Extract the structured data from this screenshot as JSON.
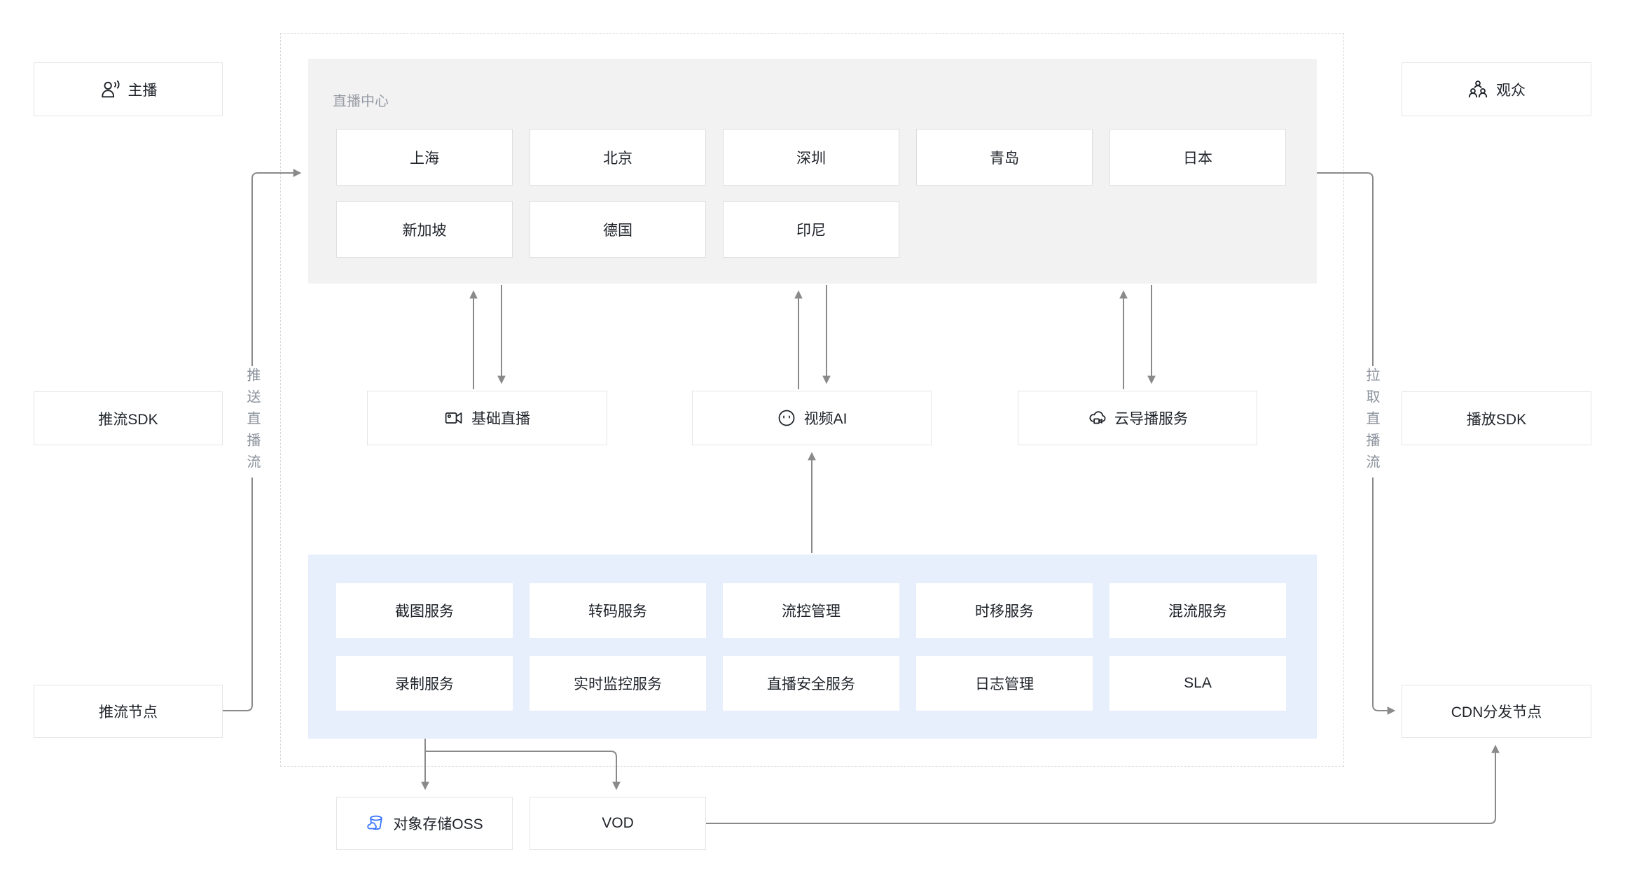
{
  "actors": {
    "anchor": "主播",
    "audience": "观众"
  },
  "left_column": {
    "push_sdk": "推流SDK",
    "push_node": "推流节点",
    "push_flow": "推送直播流"
  },
  "right_column": {
    "play_sdk": "播放SDK",
    "cdn_node": "CDN分发节点",
    "pull_flow": "拉取直播流"
  },
  "live_center": {
    "title": "直播中心",
    "regions": [
      "上海",
      "北京",
      "深圳",
      "青岛",
      "日本",
      "新加坡",
      "德国",
      "印尼"
    ]
  },
  "core_services": [
    {
      "label": "基础直播",
      "icon": "video-camera-icon"
    },
    {
      "label": "视频AI",
      "icon": "face-icon"
    },
    {
      "label": "云导播服务",
      "icon": "cloud-director-icon"
    }
  ],
  "capabilities": [
    "截图服务",
    "转码服务",
    "流控管理",
    "时移服务",
    "混流服务",
    "录制服务",
    "实时监控服务",
    "直播安全服务",
    "日志管理",
    "SLA"
  ],
  "storage": {
    "oss": "对象存储OSS",
    "vod": "VOD"
  },
  "colors": {
    "line": "#8a8a8a",
    "gray_panel": "#f2f2f3",
    "blue_panel": "#e7eefc",
    "oss_blue": "#3370ff",
    "muted": "#979ca4"
  }
}
